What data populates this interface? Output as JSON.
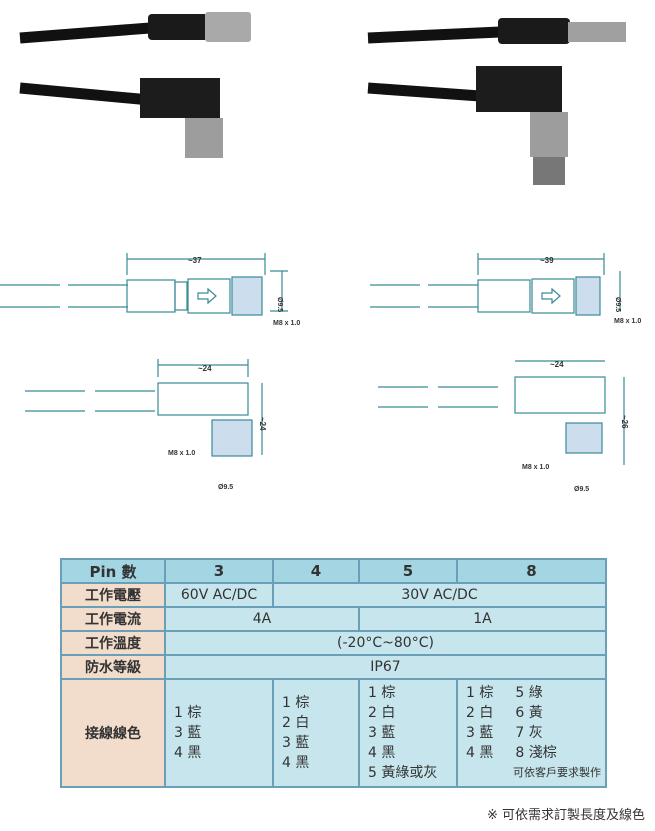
{
  "drawings": {
    "straight_female": {
      "length": "~37",
      "diameter": "Ø9.5",
      "thread": "M8 x 1.0"
    },
    "straight_male": {
      "length": "~39",
      "diameter": "Ø9.5",
      "thread": "M8 x 1.0"
    },
    "angled_female": {
      "width": "~24",
      "height": "~24",
      "diameter": "Ø9.5",
      "thread": "M8 x 1.0"
    },
    "angled_male": {
      "width": "~24",
      "height": "~26",
      "diameter": "Ø9.5",
      "thread": "M8 x 1.0"
    }
  },
  "table": {
    "header": [
      "Pin 數",
      "3",
      "4",
      "5",
      "8"
    ],
    "voltage": {
      "label": "工作電壓",
      "v3": "60V AC/DC",
      "rest": "30V AC/DC"
    },
    "current": {
      "label": "工作電流",
      "v34": "4A",
      "v58": "1A"
    },
    "temperature": {
      "label": "工作溫度",
      "value": "(-20°C~80°C)"
    },
    "protection": {
      "label": "防水等級",
      "value": "IP67"
    },
    "wiring": {
      "label": "接線線色",
      "pin3": [
        "1 棕",
        "3 藍",
        "4 黑"
      ],
      "pin4": [
        "1 棕",
        "2 白",
        "3 藍",
        "4 黑"
      ],
      "pin5": [
        "1 棕",
        "2 白",
        "3 藍",
        "4 黑",
        "5 黃綠或灰"
      ],
      "pin8": [
        "1 棕",
        "5 綠",
        "2 白",
        "6 黃",
        "3 藍",
        "7 灰",
        "4 黑",
        "8 淺棕"
      ],
      "pin8_note": "可依客戶要求製作"
    }
  },
  "footnote": "※ 可依需求訂製長度及線色"
}
